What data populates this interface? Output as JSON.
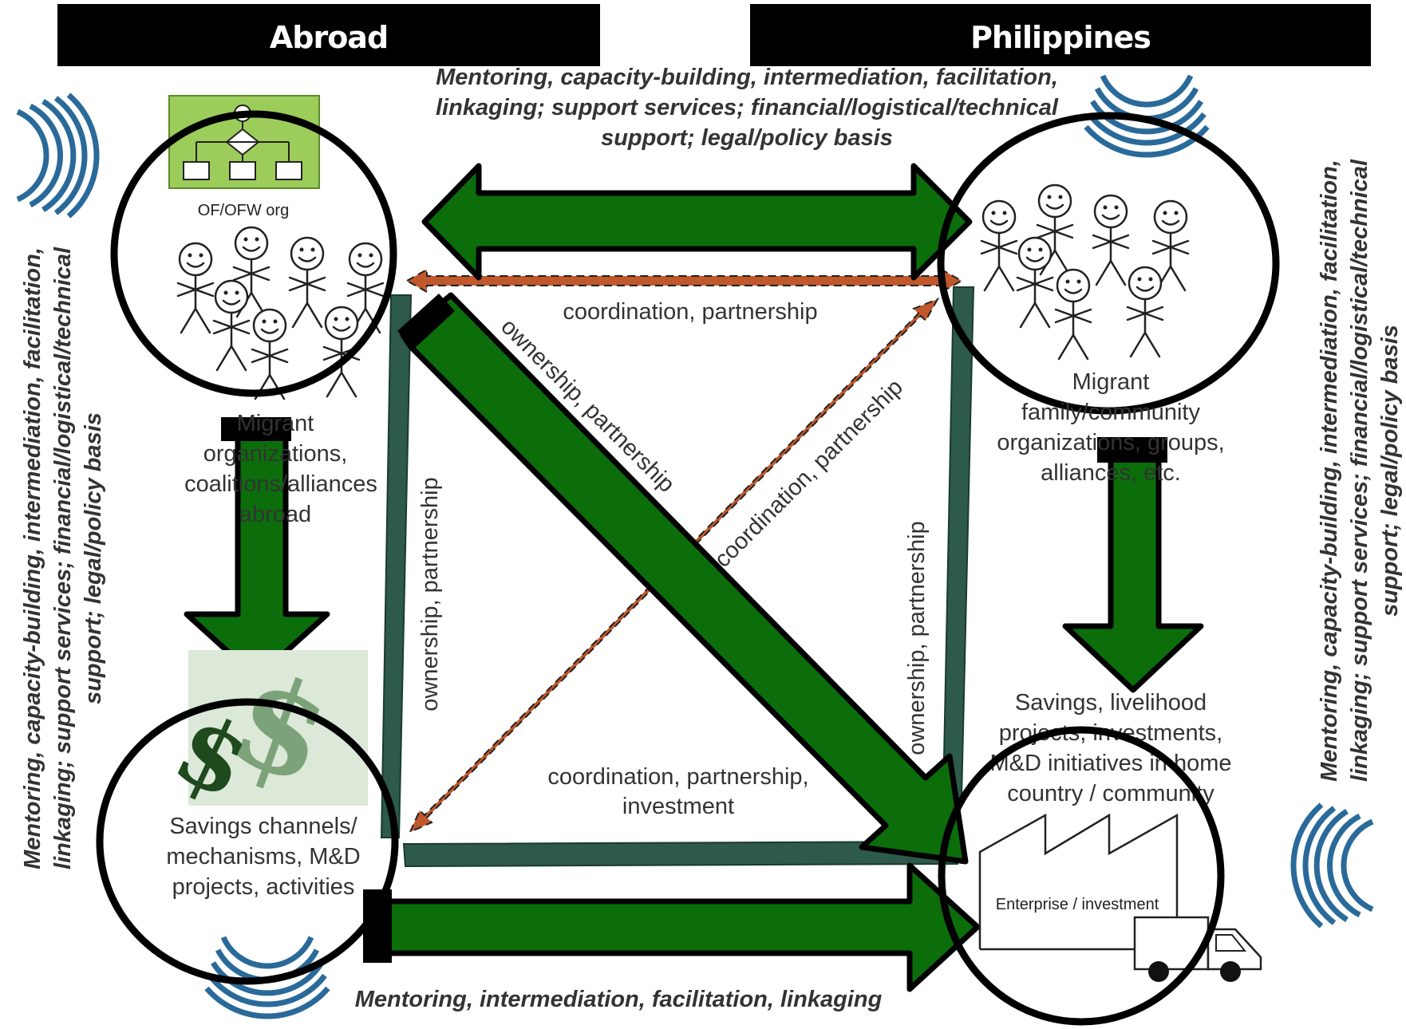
{
  "headers": {
    "abroad": "Abroad",
    "philippines": "Philippines"
  },
  "services": {
    "top_line1": "Mentoring, capacity-building, intermediation, facilitation,",
    "top_line2": "linkaging; support services; financial/logistical/technical",
    "top_line3": "support; legal/policy basis",
    "left_line1": "Mentoring, capacity-building, intermediation, facilitation,",
    "left_line2": "linkaging; support services; financial/logistical/technical",
    "left_line3": "support; legal/policy basis",
    "right_line1": "Mentoring, capacity-building, intermediation, facilitation,",
    "right_line2": "linkaging; support services; financial/logistical/technical",
    "right_line3": "support; legal/policy basis",
    "bottom": "Mentoring, intermediation, facilitation, linkaging"
  },
  "nodes": {
    "abroad_org": {
      "icon_label": "OF/OFW org",
      "line1": "Migrant",
      "line2": "organizations,",
      "line3": "coalitions/alliances",
      "line4": "abroad"
    },
    "ph_community": {
      "line1": "Migrant",
      "line2": "family/community",
      "line3": "organizations, groups,",
      "line4": "alliances, etc."
    },
    "savings_channels": {
      "line1": "Savings channels/",
      "line2": "mechanisms, M&D",
      "line3": "projects, activities"
    },
    "home_investments": {
      "line1": "Savings, livelihood",
      "line2": "projects, investments,",
      "line3": "M&D initiatives in home",
      "line4": "country / community",
      "icon_label": "Enterprise / investment"
    }
  },
  "links": {
    "top": "coordination, partnership",
    "left_vertical": "ownership, partnership",
    "right_vertical": "ownership, partnership",
    "diagonal_down": "ownership, partnership",
    "diagonal_up": "coordination, partnership",
    "bottom_line1": "coordination, partnership,",
    "bottom_line2": "investment"
  },
  "colors": {
    "arrow_green": "#0b6e0b",
    "arrow_orange": "#c0582b",
    "link_teal": "#2d5a4a",
    "signal_blue": "#2a6a9a",
    "org_box_green": "#9ccc5a",
    "header_black": "#000000"
  },
  "icons": [
    "org-chart-icon",
    "stick-figure-icon",
    "dollar-sign-icon",
    "factory-icon",
    "truck-icon",
    "signal-waves-icon"
  ]
}
